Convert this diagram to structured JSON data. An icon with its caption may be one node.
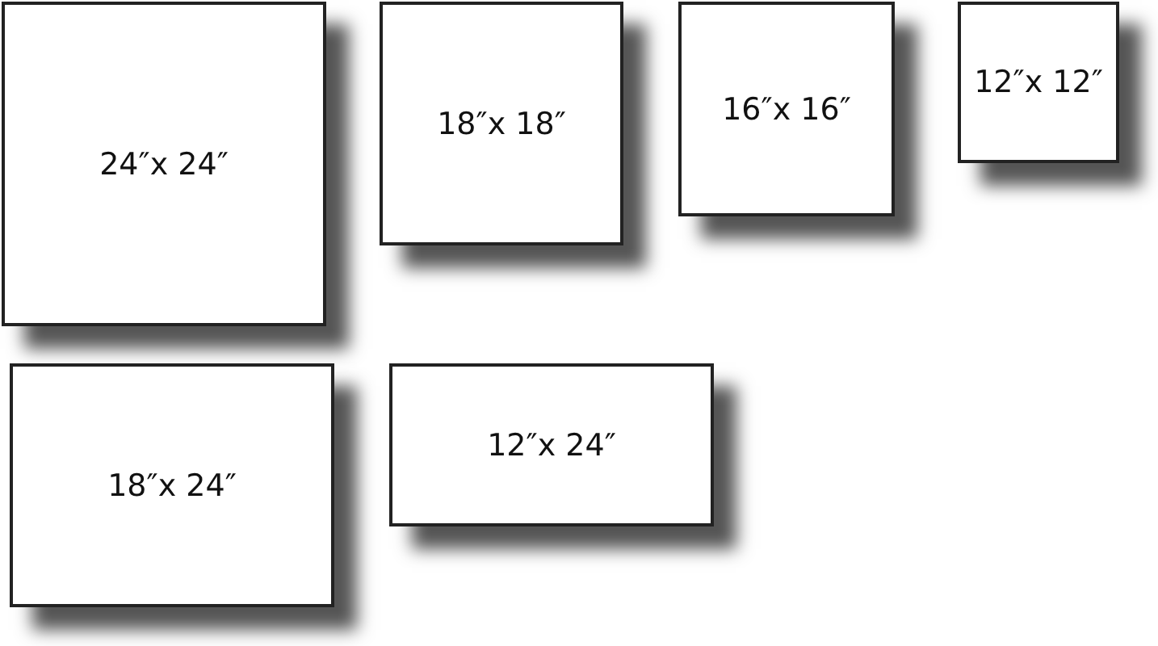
{
  "diagram": {
    "nodes": [
      {
        "text": [
          "24″x 24″"
        ]
      },
      {
        "text": [
          "18″x 18″"
        ]
      },
      {
        "text": [
          "16″x 16″"
        ]
      },
      {
        "text": [
          "12″x 12″"
        ]
      },
      {
        "text": [
          "18″x 24″"
        ]
      },
      {
        "text": [
          "12″x 24″"
        ]
      }
    ],
    "edges": []
  }
}
